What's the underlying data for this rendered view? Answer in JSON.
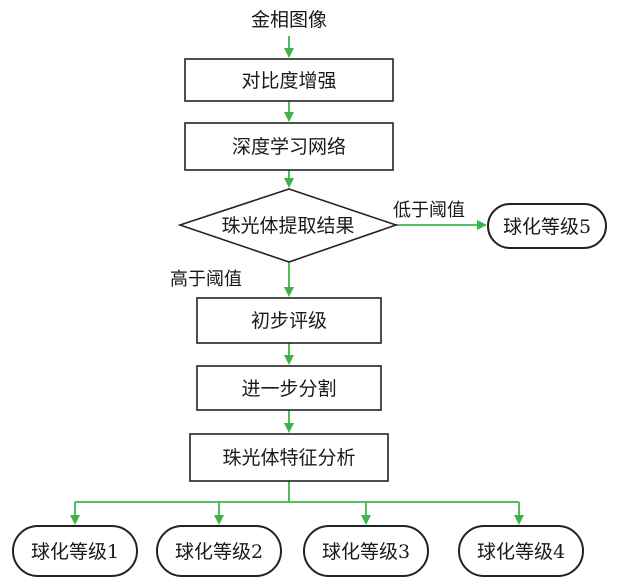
{
  "diagram": {
    "start_label": "金相图像",
    "steps": {
      "enhance": "对比度增强",
      "deep_learning": "深度学习网络",
      "decision": "珠光体提取结果",
      "preliminary_grading": "初步评级",
      "further_segmentation": "进一步分割",
      "feature_analysis": "珠光体特征分析"
    },
    "branch_labels": {
      "below_threshold": "低于阈值",
      "above_threshold": "高于阈值"
    },
    "grades": {
      "grade1": "球化等级1",
      "grade2": "球化等级2",
      "grade3": "球化等级3",
      "grade4": "球化等级4",
      "grade5": "球化等级5"
    },
    "colors": {
      "arrow": "#3cb44b",
      "outline": "#222222"
    }
  }
}
